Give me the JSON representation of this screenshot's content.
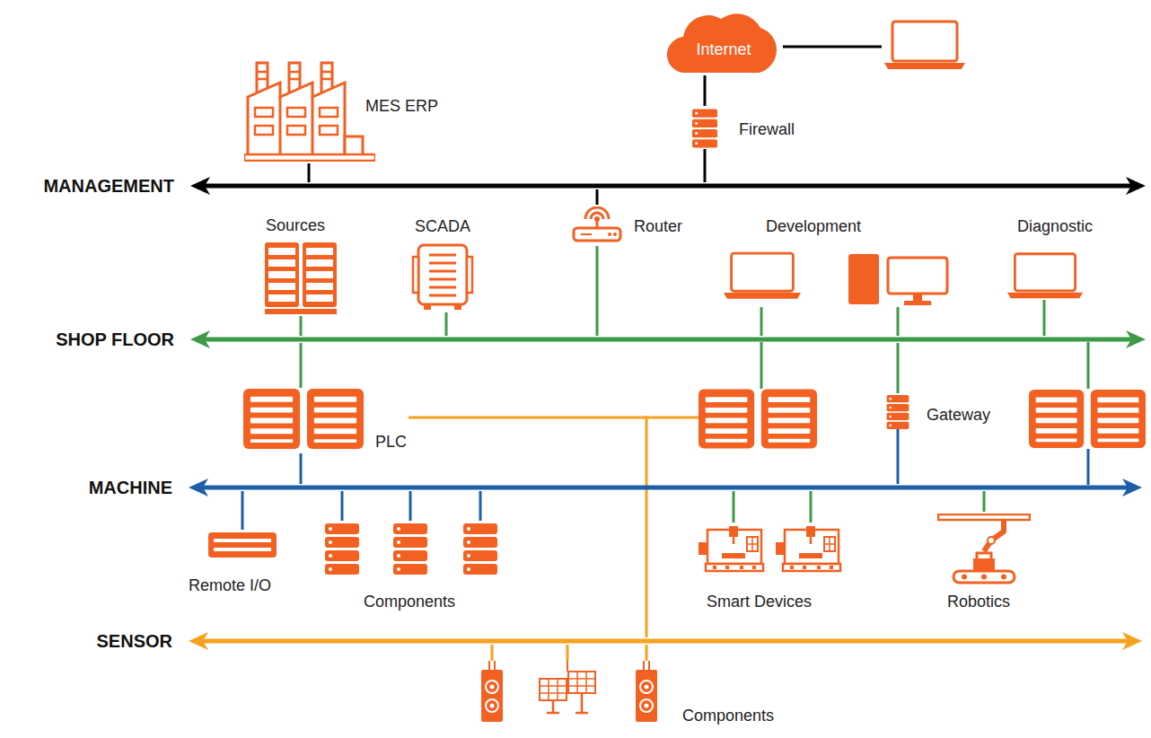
{
  "diagram": {
    "nodes": [
      {
        "text": [
          "MES ERP"
        ]
      },
      {
        "text": [
          "Internet"
        ]
      },
      {
        "text": [
          "Firewall"
        ]
      },
      {
        "text": [
          "MANAGEMENT"
        ]
      },
      {
        "text": [
          "Router"
        ]
      },
      {
        "text": [
          "Sources"
        ]
      },
      {
        "text": [
          "SCADA"
        ]
      },
      {
        "text": [
          "Development"
        ]
      },
      {
        "text": [
          "Diagnostic"
        ]
      },
      {
        "text": [
          "SHOP FLOOR"
        ]
      },
      {
        "text": [
          "PLC"
        ]
      },
      {
        "text": [
          "Gateway"
        ]
      },
      {
        "text": [
          "MACHINE"
        ]
      },
      {
        "text": [
          "Remote I/O"
        ]
      },
      {
        "text": [
          "Components"
        ]
      },
      {
        "text": [
          "Smart Devices"
        ]
      },
      {
        "text": [
          "Robotics"
        ]
      },
      {
        "text": [
          "SENSOR"
        ]
      },
      {
        "text": [
          "Components"
        ]
      }
    ],
    "edges": [
      {
        "from": 0,
        "to": 3,
        "arrow": "none"
      },
      {
        "from": 1,
        "to": 2,
        "arrow": "none"
      },
      {
        "from": 2,
        "to": 3,
        "arrow": "none"
      },
      {
        "from": 3,
        "to": 4,
        "arrow": "none"
      },
      {
        "from": 4,
        "to": 9,
        "arrow": "none"
      },
      {
        "from": 5,
        "to": 9,
        "arrow": "none"
      },
      {
        "from": 6,
        "to": 9,
        "arrow": "none"
      },
      {
        "from": 7,
        "to": 9,
        "arrow": "none"
      },
      {
        "from": 7,
        "to": 9,
        "arrow": "none"
      },
      {
        "from": 8,
        "to": 9,
        "arrow": "none"
      },
      {
        "from": 9,
        "to": 10,
        "arrow": "none"
      },
      {
        "from": 10,
        "to": 12,
        "arrow": "none"
      },
      {
        "from": 10,
        "to": 17,
        "arrow": "none"
      },
      {
        "from": 9,
        "to": 11,
        "arrow": "none"
      },
      {
        "from": 11,
        "to": 12,
        "arrow": "none"
      },
      {
        "from": 12,
        "to": 13,
        "arrow": "none"
      },
      {
        "from": 12,
        "to": 14,
        "arrow": "none"
      },
      {
        "from": 12,
        "to": 14,
        "arrow": "none"
      },
      {
        "from": 12,
        "to": 14,
        "arrow": "none"
      },
      {
        "from": 12,
        "to": 15,
        "arrow": "none"
      },
      {
        "from": 12,
        "to": 15,
        "arrow": "none"
      },
      {
        "from": 12,
        "to": 16,
        "arrow": "none"
      },
      {
        "from": 17,
        "to": 18,
        "arrow": "none"
      },
      {
        "from": 17,
        "to": 18,
        "arrow": "none"
      },
      {
        "from": 17,
        "to": 18,
        "arrow": "none"
      }
    ]
  }
}
